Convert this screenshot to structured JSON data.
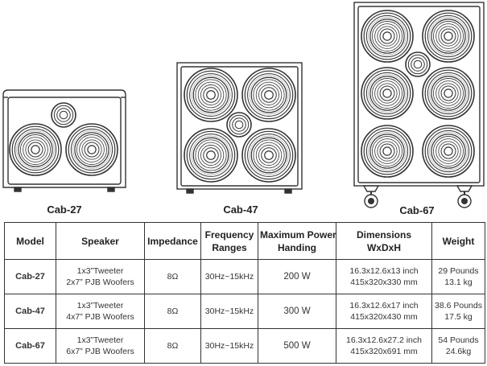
{
  "cabinets": [
    {
      "label": "Cab-27"
    },
    {
      "label": "Cab-47"
    },
    {
      "label": "Cab-67"
    }
  ],
  "table": {
    "headers": {
      "model": "Model",
      "speaker": "Speaker",
      "impedance": "Impedance",
      "frequency": [
        "Frequency",
        "Ranges"
      ],
      "power": [
        "Maximum Power",
        "Handing"
      ],
      "dimensions": [
        "Dimensions",
        "WxDxH"
      ],
      "weight": "Weight"
    },
    "rows": [
      {
        "model": "Cab-27",
        "speaker": [
          "1x3”Tweeter",
          "2x7” PJB Woofers"
        ],
        "impedance": "8Ω",
        "frequency": "30Hz~15kHz",
        "power": "200 W",
        "dimensions": [
          "16.3x12.6x13 inch",
          "415x320x330 mm"
        ],
        "weight": [
          "29 Pounds",
          "13.1 kg"
        ]
      },
      {
        "model": "Cab-47",
        "speaker": [
          "1x3”Tweeter",
          "4x7” PJB Woofers"
        ],
        "impedance": "8Ω",
        "frequency": "30Hz~15kHz",
        "power": "300 W",
        "dimensions": [
          "16.3x12.6x17 inch",
          "415x320x430 mm"
        ],
        "weight": [
          "38.6 Pounds",
          "17.5 kg"
        ]
      },
      {
        "model": "Cab-67",
        "speaker": [
          "1x3”Tweeter",
          "6x7” PJB Woofers"
        ],
        "impedance": "8Ω",
        "frequency": "30Hz~15kHz",
        "power": "500 W",
        "dimensions": [
          "16.3x12.6x27.2 inch",
          "415x320x691 mm"
        ],
        "weight": [
          "54 Pounds",
          "24.6kg"
        ]
      }
    ]
  }
}
